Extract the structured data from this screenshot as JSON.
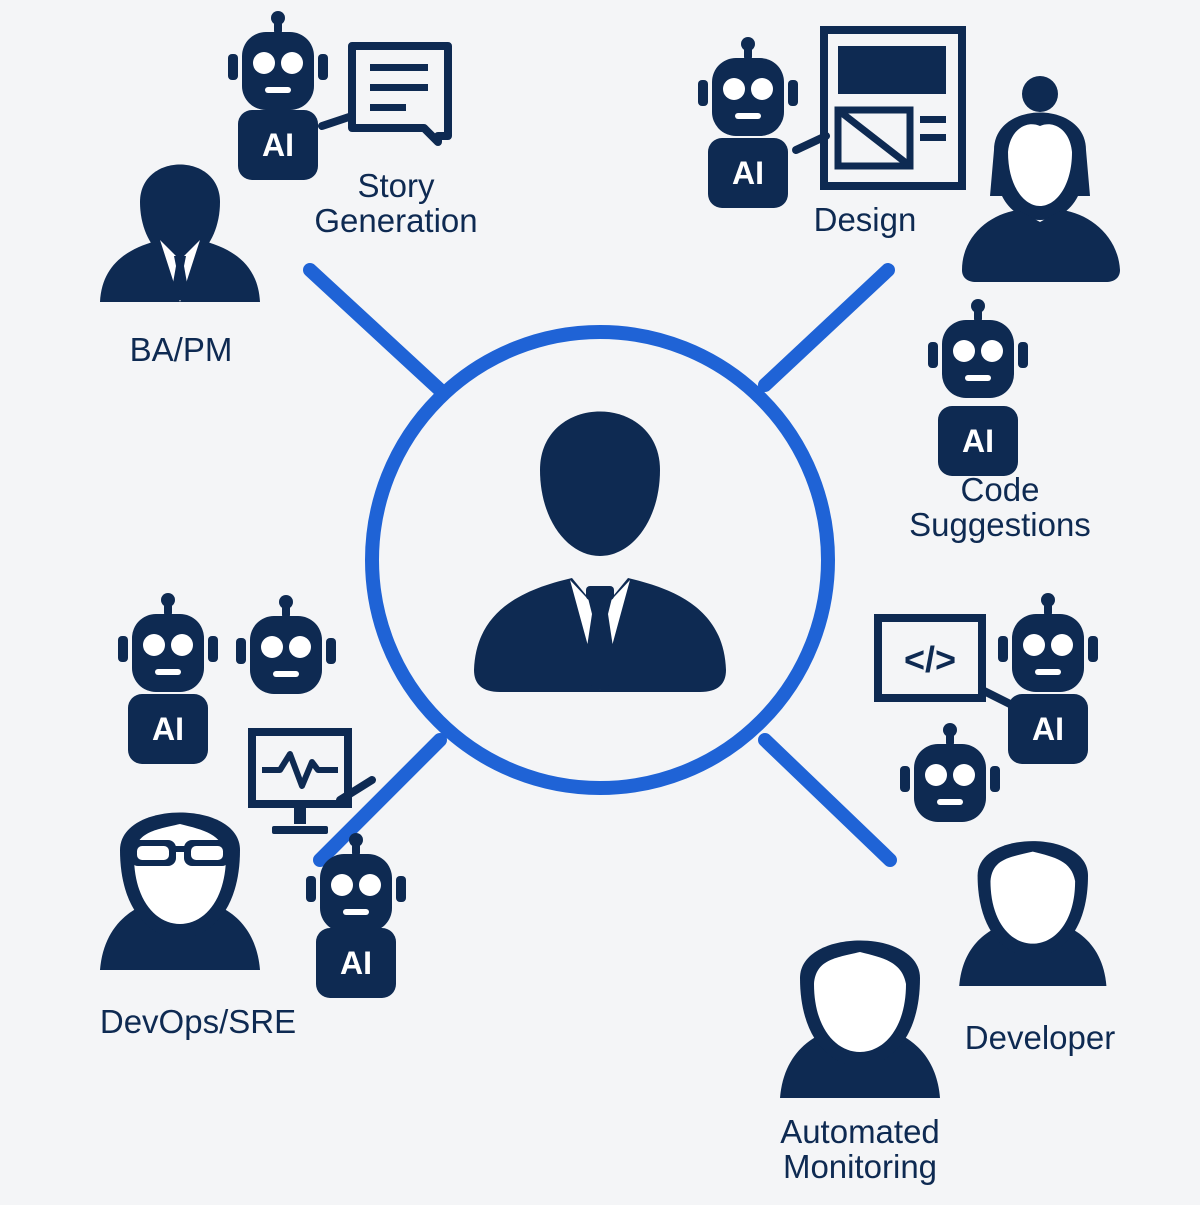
{
  "colors": {
    "navy": "#0e2a52",
    "accent_blue": "#1f63d6",
    "background": "#f4f5f7",
    "ai_badge_text": "#ffffff"
  },
  "ai_badge_text": "AI",
  "icons": {
    "center": "manager-person-icon",
    "robot": "robot-icon",
    "chat": "chat-bubble-icon",
    "wireframe": "wireframe-document-icon",
    "code": "code-window-icon",
    "monitor": "heartbeat-monitor-icon"
  },
  "labels": {
    "story_generation": [
      "Story",
      "Generation"
    ],
    "design": "Design",
    "ba_pm": "BA/PM",
    "code_suggestions": [
      "Code",
      "Suggestions"
    ],
    "devops_sre": "DevOps/SRE",
    "developer": "Developer",
    "automated_monitoring": [
      "Automated",
      "Monitoring"
    ]
  },
  "code_symbol": "</>"
}
